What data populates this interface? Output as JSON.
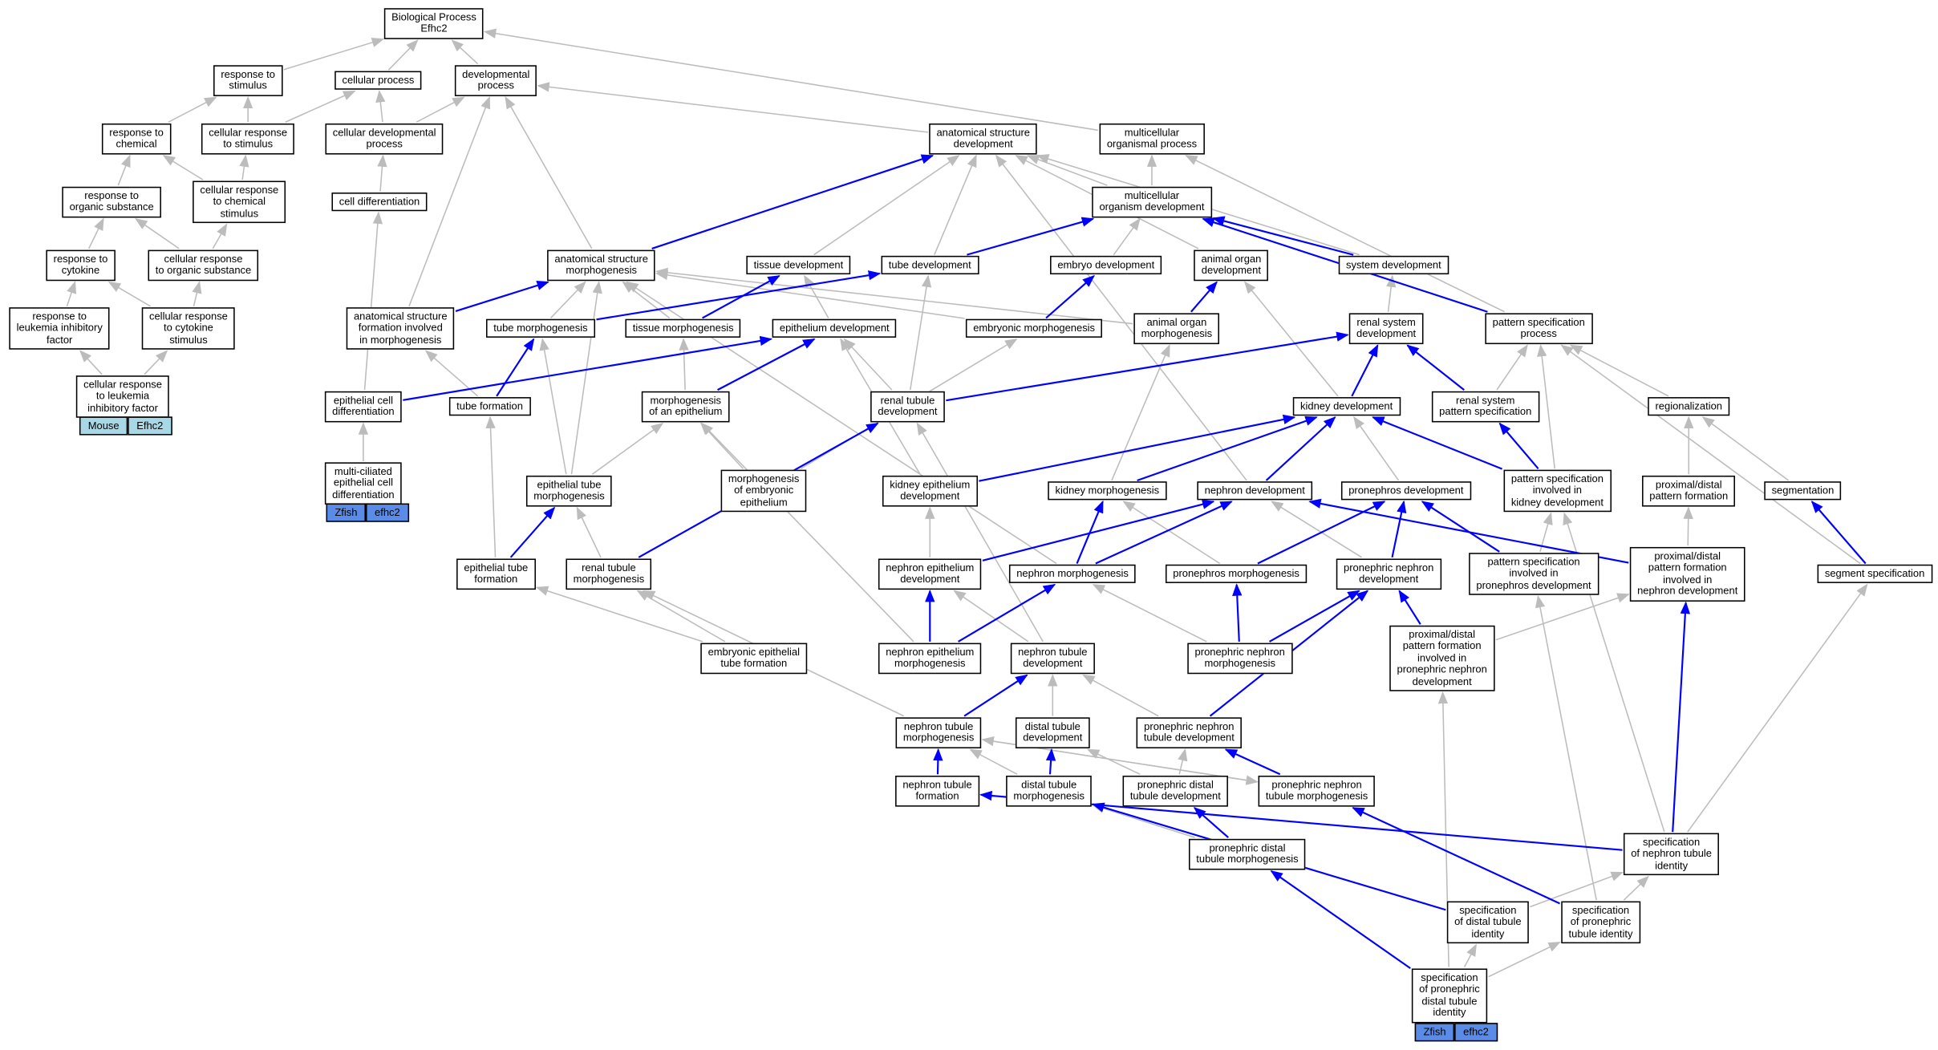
{
  "colors": {
    "annotated_edge": "#0000ff",
    "inferred_edge": "#bcbcbc",
    "mouse": "#a8d8e6",
    "zebrafish": "#5a8be6"
  },
  "nodes": {
    "bp": "Biological Process\nEfhc2",
    "rs": "response to\nstimulus",
    "cp": "cellular process",
    "dp": "developmental\nprocess",
    "rc": "response to\nchemical",
    "crs": "cellular response\nto stimulus",
    "cdp": "cellular developmental\nprocess",
    "asd": "anatomical structure\ndevelopment",
    "mop": "multicellular\norganismal process",
    "ros": "response to\norganic substance",
    "crcs": "cellular response\nto chemical\nstimulus",
    "cdiff": "cell differentiation",
    "mod": "multicellular\norganism development",
    "rcy": "response to\ncytokine",
    "cros": "cellular response\nto organic substance",
    "asm": "anatomical structure\nmorphogenesis",
    "td": "tissue development",
    "tubd": "tube development",
    "ed": "embryo development",
    "aod": "animal organ\ndevelopment",
    "sd": "system development",
    "rlif": "response to\nleukemia inhibitory\nfactor",
    "crcy": "cellular response\nto cytokine\nstimulus",
    "asfm": "anatomical structure\nformation involved\nin morphogenesis",
    "tm": "tube morphogenesis",
    "tism": "tissue morphogenesis",
    "epd": "epithelium development",
    "em": "embryonic morphogenesis",
    "aom": "animal organ\nmorphogenesis",
    "rsd": "renal system\ndevelopment",
    "psp": "pattern specification\nprocess",
    "crlif": "cellular response\nto leukemia\ninhibitory factor",
    "ecd": "epithelial cell\ndifferentiation",
    "tf": "tube formation",
    "moe": "morphogenesis\nof an epithelium",
    "rtd": "renal tubule\ndevelopment",
    "kd": "kidney development",
    "rsps": "renal system\npattern specification",
    "reg": "regionalization",
    "mcecd": "multi-ciliated\nepithelial cell\ndifferentiation",
    "etm": "epithelial tube\nmorphogenesis",
    "moee": "morphogenesis\nof embryonic\nepithelium",
    "ked": "kidney epithelium\ndevelopment",
    "km": "kidney morphogenesis",
    "nd": "nephron development",
    "prd": "pronephros development",
    "pskd": "pattern specification\ninvolved in\nkidney development",
    "pdpf": "proximal/distal\npattern formation",
    "seg": "segmentation",
    "etf": "epithelial tube\nformation",
    "rtm": "renal tubule\nmorphogenesis",
    "ned": "nephron epithelium\ndevelopment",
    "nm": "nephron morphogenesis",
    "pm": "pronephros morphogenesis",
    "pnd": "pronephric nephron\ndevelopment",
    "pspd": "pattern specification\ninvolved in\npronephros development",
    "pdnd": "proximal/distal\npattern formation\ninvolved in\nnephron development",
    "ss": "segment specification",
    "eetf": "embryonic epithelial\ntube formation",
    "nem": "nephron epithelium\nmorphogenesis",
    "ntd": "nephron tubule\ndevelopment",
    "pnm": "pronephric nephron\nmorphogenesis",
    "pdpn": "proximal/distal\npattern formation\ninvolved in\npronephric nephron\ndevelopment",
    "ntm": "nephron tubule\nmorphogenesis",
    "dtd": "distal tubule\ndevelopment",
    "pntd": "pronephric nephron\ntubule development",
    "ntf": "nephron tubule\nformation",
    "dtm": "distal tubule\nmorphogenesis",
    "pdtd": "pronephric distal\ntubule development",
    "pntm": "pronephric nephron\ntubule morphogenesis",
    "pdtm": "pronephric distal\ntubule morphogenesis",
    "snti": "specification\nof nephron tubule\nidentity",
    "sdti": "specification\nof distal tubule\nidentity",
    "spti": "specification\nof pronephric\ntubule identity",
    "spdti": "specification\nof pronephric\ndistal tubule\nidentity"
  },
  "annotations": {
    "crlif": {
      "species": "Mouse",
      "gene": "Efhc2"
    },
    "mcecd": {
      "species": "Zfish",
      "gene": "efhc2"
    },
    "spdti": {
      "species": "Zfish",
      "gene": "efhc2"
    }
  },
  "edges_annotated": [
    [
      "asm",
      "asd"
    ],
    [
      "asfm",
      "asm"
    ],
    [
      "tubd",
      "mod"
    ],
    [
      "sd",
      "mod"
    ],
    [
      "psp",
      "mod"
    ],
    [
      "tm",
      "tubd"
    ],
    [
      "tism",
      "td"
    ],
    [
      "em",
      "ed"
    ],
    [
      "aom",
      "aod"
    ],
    [
      "ecd",
      "epd"
    ],
    [
      "moe",
      "epd"
    ],
    [
      "tf",
      "tm"
    ],
    [
      "rtd",
      "rsd"
    ],
    [
      "kd",
      "rsd"
    ],
    [
      "rsps",
      "rsd"
    ],
    [
      "etf",
      "etm"
    ],
    [
      "rtm",
      "rtd"
    ],
    [
      "eeft",
      "moee"
    ],
    [
      "ked",
      "kd"
    ],
    [
      "km",
      "kd"
    ],
    [
      "nd",
      "kd"
    ],
    [
      "pskd",
      "kd"
    ],
    [
      "pskd",
      "rsps"
    ],
    [
      "nm",
      "km"
    ],
    [
      "ned",
      "nd"
    ],
    [
      "nm",
      "nd"
    ],
    [
      "pm",
      "prd"
    ],
    [
      "pnd",
      "prd"
    ],
    [
      "pspd",
      "prd"
    ],
    [
      "pdnd",
      "nd"
    ],
    [
      "ss",
      "seg"
    ],
    [
      "nem",
      "ned"
    ],
    [
      "nem",
      "nm"
    ],
    [
      "pnm",
      "pm"
    ],
    [
      "pnm",
      "pnd"
    ],
    [
      "pdpn",
      "pnd"
    ],
    [
      "pntd",
      "pnd"
    ],
    [
      "ntm",
      "ntd"
    ],
    [
      "dtm",
      "dtd"
    ],
    [
      "pntm",
      "pntd"
    ],
    [
      "ntf",
      "ntm"
    ],
    [
      "pdtm",
      "pdtd"
    ],
    [
      "snti",
      "pdnd"
    ],
    [
      "snti",
      "ntf"
    ],
    [
      "sdti",
      "dtm"
    ],
    [
      "spti",
      "pntm"
    ],
    [
      "spdti",
      "pdtm"
    ]
  ],
  "edges_inferred": [
    [
      "rs",
      "bp"
    ],
    [
      "cp",
      "bp"
    ],
    [
      "dp",
      "bp"
    ],
    [
      "mop",
      "bp"
    ],
    [
      "rc",
      "rs"
    ],
    [
      "crs",
      "rs"
    ],
    [
      "crs",
      "cp"
    ],
    [
      "cdp",
      "cp"
    ],
    [
      "cdp",
      "dp"
    ],
    [
      "asd",
      "dp"
    ],
    [
      "ros",
      "rc"
    ],
    [
      "crcs",
      "rc"
    ],
    [
      "crcs",
      "crs"
    ],
    [
      "cdiff",
      "cdp"
    ],
    [
      "mod",
      "asd"
    ],
    [
      "mod",
      "mop"
    ],
    [
      "rcy",
      "ros"
    ],
    [
      "cros",
      "ros"
    ],
    [
      "cros",
      "crcs"
    ],
    [
      "asm",
      "dp"
    ],
    [
      "td",
      "asd"
    ],
    [
      "tubd",
      "asd"
    ],
    [
      "ed",
      "mod"
    ],
    [
      "aod",
      "asd"
    ],
    [
      "sd",
      "asd"
    ],
    [
      "rlif",
      "rcy"
    ],
    [
      "crcy",
      "rcy"
    ],
    [
      "crcy",
      "cros"
    ],
    [
      "asfm",
      "dp"
    ],
    [
      "tm",
      "asm"
    ],
    [
      "tism",
      "asm"
    ],
    [
      "epd",
      "td"
    ],
    [
      "em",
      "asm"
    ],
    [
      "aom",
      "asm"
    ],
    [
      "rsd",
      "sd"
    ],
    [
      "psp",
      "mop"
    ],
    [
      "crlif",
      "rlif"
    ],
    [
      "crlif",
      "crcy"
    ],
    [
      "ecd",
      "cdiff"
    ],
    [
      "tf",
      "asfm"
    ],
    [
      "moe",
      "tism"
    ],
    [
      "rtd",
      "epd"
    ],
    [
      "rtd",
      "tubd"
    ],
    [
      "kd",
      "aod"
    ],
    [
      "rsps",
      "psp"
    ],
    [
      "reg",
      "psp"
    ],
    [
      "mcecd",
      "ecd"
    ],
    [
      "etm",
      "moe"
    ],
    [
      "etm",
      "tm"
    ],
    [
      "moee",
      "moe"
    ],
    [
      "moee",
      "em"
    ],
    [
      "ked",
      "epd"
    ],
    [
      "km",
      "aom"
    ],
    [
      "nd",
      "asd"
    ],
    [
      "prd",
      "kd"
    ],
    [
      "pskd",
      "psp"
    ],
    [
      "pdpf",
      "reg"
    ],
    [
      "seg",
      "reg"
    ],
    [
      "etf",
      "tf"
    ],
    [
      "rtm",
      "etm"
    ],
    [
      "ned",
      "ked"
    ],
    [
      "nm",
      "asm"
    ],
    [
      "pm",
      "km"
    ],
    [
      "pnd",
      "nd"
    ],
    [
      "pspd",
      "pskd"
    ],
    [
      "pdnd",
      "pdpf"
    ],
    [
      "ss",
      "psp"
    ],
    [
      "eetf",
      "etf"
    ],
    [
      "nem",
      "moe"
    ],
    [
      "ntd",
      "ned"
    ],
    [
      "ntd",
      "rtd"
    ],
    [
      "pnm",
      "nm"
    ],
    [
      "pdpn",
      "pdnd"
    ],
    [
      "ntm",
      "rtm"
    ],
    [
      "dtd",
      "ntd"
    ],
    [
      "pntd",
      "ntd"
    ],
    [
      "dtm",
      "ntm"
    ],
    [
      "pdtd",
      "dtd"
    ],
    [
      "pntm",
      "ntm"
    ],
    [
      "pdtm",
      "dtm"
    ],
    [
      "snti",
      "ss"
    ],
    [
      "snti",
      "pskd"
    ],
    [
      "sdti",
      "snti"
    ],
    [
      "spti",
      "snti"
    ],
    [
      "spti",
      "pspd"
    ],
    [
      "spdti",
      "sdti"
    ],
    [
      "spdti",
      "spti"
    ],
    [
      "spdti",
      "pdpn"
    ],
    [
      "etm",
      "asm"
    ],
    [
      "pdtd",
      "pntd"
    ],
    [
      "eetf",
      "rtm"
    ],
    [
      "ntm",
      "pntm"
    ]
  ]
}
